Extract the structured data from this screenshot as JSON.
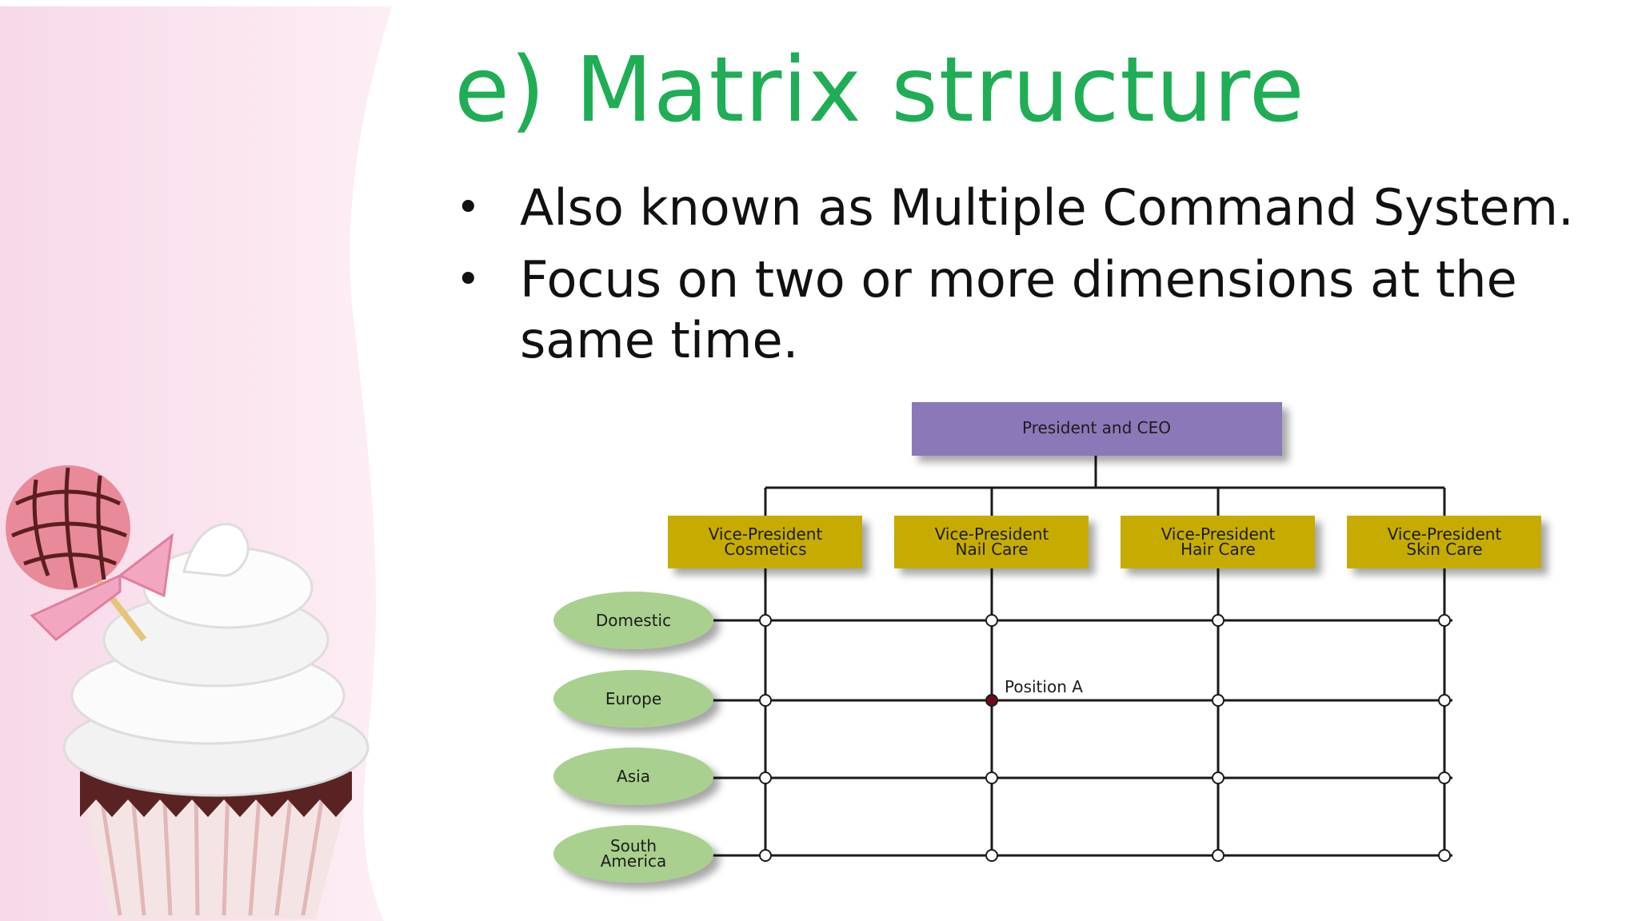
{
  "slide": {
    "title": "e) Matrix structure",
    "bullets": [
      {
        "text": "Also known as Multiple Command System."
      },
      {
        "text": "Focus on two or more dimensions at the same time."
      }
    ]
  },
  "org_chart": {
    "top": {
      "label": "President and CEO"
    },
    "vice_presidents": [
      {
        "line1": "Vice-President",
        "line2": "Cosmetics"
      },
      {
        "line1": "Vice-President",
        "line2": "Nail Care"
      },
      {
        "line1": "Vice-President",
        "line2": "Hair Care"
      },
      {
        "line1": "Vice-President",
        "line2": "Skin Care"
      }
    ],
    "regions": [
      {
        "line1": "Domestic",
        "line2": ""
      },
      {
        "line1": "Europe",
        "line2": ""
      },
      {
        "line1": "Asia",
        "line2": ""
      },
      {
        "line1": "South",
        "line2": "America"
      }
    ],
    "highlight": {
      "label": "Position A",
      "vp_index": 1,
      "region_index": 1
    },
    "colors": {
      "top_box": "#8b78b8",
      "vp_box": "#c6ac00",
      "region_oval": "#a9d08e",
      "highlight_node": "#6e0a1e",
      "title": "#1fae55"
    }
  }
}
